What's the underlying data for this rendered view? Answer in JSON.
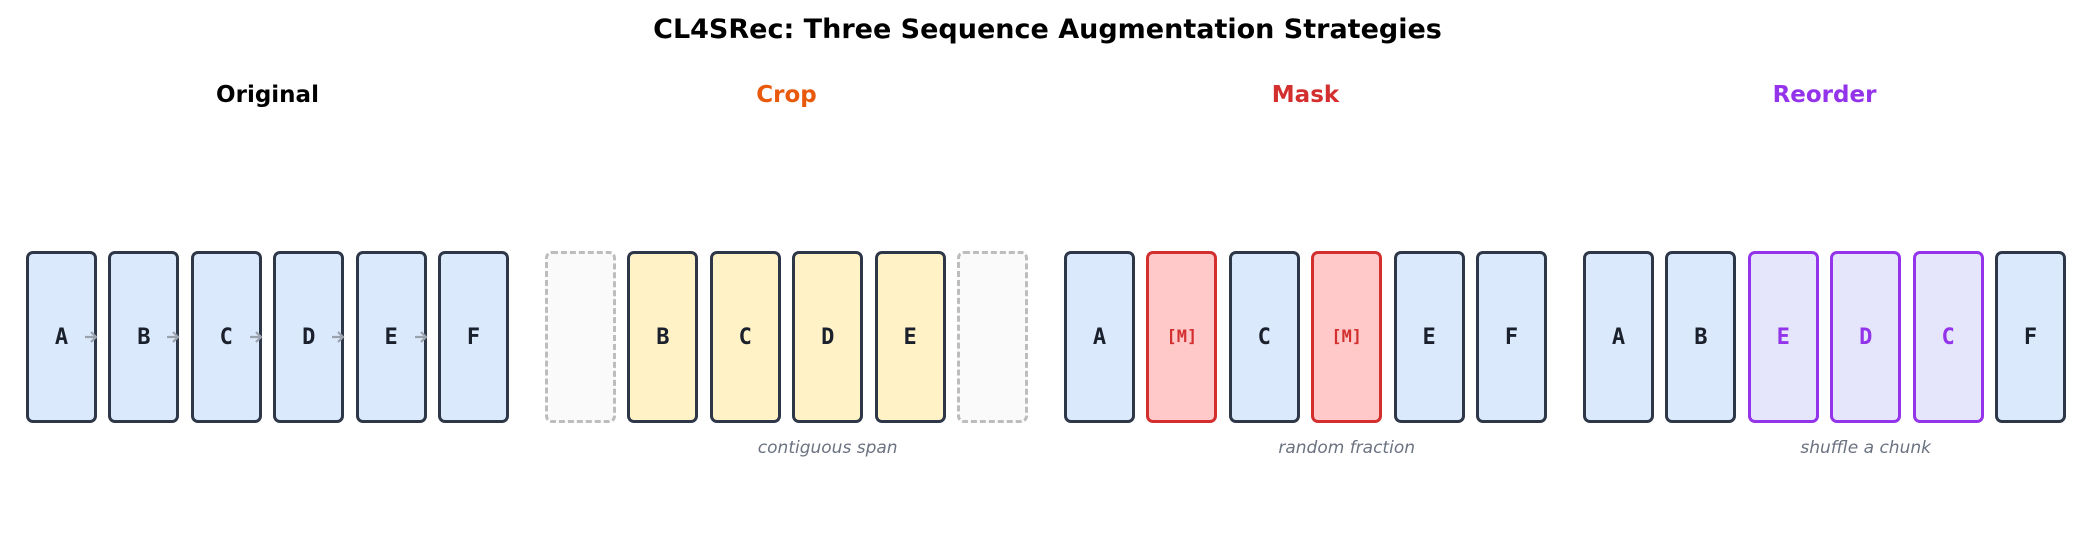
{
  "title": "CL4SRec: Three Sequence Augmentation Strategies",
  "colors": {
    "item_fill": "#dbe9fc",
    "item_border": "#2d3748",
    "crop_fill": "#fff2c6",
    "crop_title": "#e8590c",
    "mask_fill": "#ffc9c9",
    "mask_accent": "#d32f2f",
    "reorder_fill": "#e5e5fb",
    "reorder_accent": "#9333ea",
    "empty_fill": "#fafafa",
    "empty_border": "#bdbdbd",
    "arrow": "#9aa3ad",
    "caption": "#6b7280"
  },
  "panels": [
    {
      "id": "original",
      "title": "Original",
      "title_color": "#000000",
      "caption": "",
      "items": [
        {
          "label": "A",
          "style": "item"
        },
        {
          "label": "B",
          "style": "item"
        },
        {
          "label": "C",
          "style": "item"
        },
        {
          "label": "D",
          "style": "item"
        },
        {
          "label": "E",
          "style": "item"
        },
        {
          "label": "F",
          "style": "item"
        }
      ],
      "arrows": true
    },
    {
      "id": "crop",
      "title": "Crop",
      "title_color": "#e8590c",
      "caption": "contiguous span",
      "items": [
        {
          "label": "",
          "style": "empty"
        },
        {
          "label": "B",
          "style": "crop"
        },
        {
          "label": "C",
          "style": "crop"
        },
        {
          "label": "D",
          "style": "crop"
        },
        {
          "label": "E",
          "style": "crop"
        },
        {
          "label": "",
          "style": "empty"
        }
      ],
      "arrows": false
    },
    {
      "id": "mask",
      "title": "Mask",
      "title_color": "#d32f2f",
      "caption": "random fraction",
      "items": [
        {
          "label": "A",
          "style": "item"
        },
        {
          "label": "[M]",
          "style": "mask"
        },
        {
          "label": "C",
          "style": "item"
        },
        {
          "label": "[M]",
          "style": "mask"
        },
        {
          "label": "E",
          "style": "item"
        },
        {
          "label": "F",
          "style": "item"
        }
      ],
      "arrows": false
    },
    {
      "id": "reorder",
      "title": "Reorder",
      "title_color": "#9333ea",
      "caption": "shuffle a chunk",
      "items": [
        {
          "label": "A",
          "style": "item"
        },
        {
          "label": "B",
          "style": "item"
        },
        {
          "label": "E",
          "style": "reorder"
        },
        {
          "label": "D",
          "style": "reorder"
        },
        {
          "label": "C",
          "style": "reorder"
        },
        {
          "label": "F",
          "style": "item"
        }
      ],
      "arrows": false
    }
  ]
}
